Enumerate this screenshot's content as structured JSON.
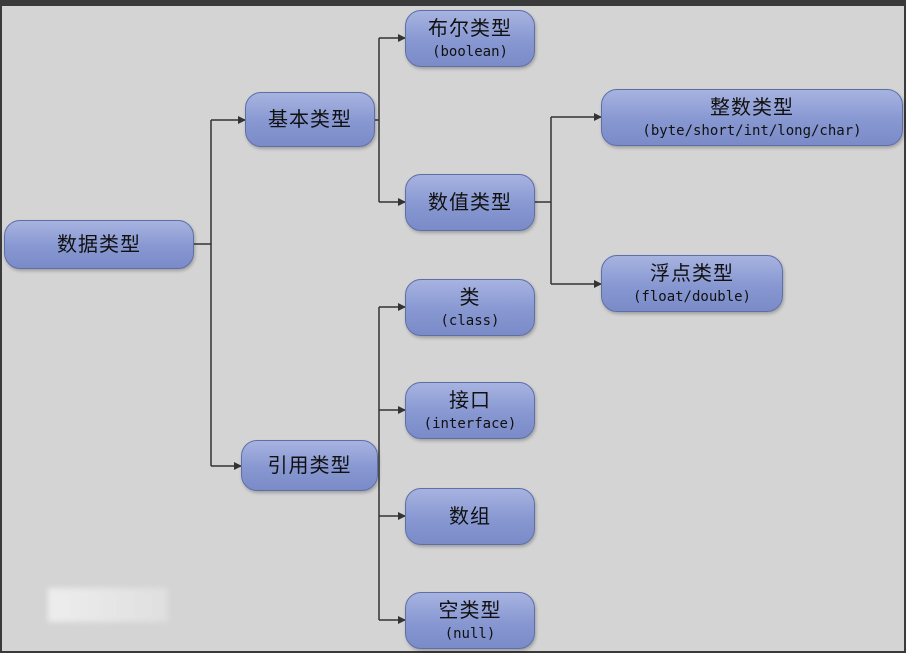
{
  "diagram": {
    "root": {
      "title": "数据类型"
    },
    "basic": {
      "title": "基本类型"
    },
    "reference": {
      "title": "引用类型"
    },
    "boolean": {
      "title": "布尔类型",
      "sub": "(boolean)"
    },
    "numeric": {
      "title": "数值类型"
    },
    "integer": {
      "title": "整数类型",
      "sub": "(byte/short/int/long/char)"
    },
    "float": {
      "title": "浮点类型",
      "sub": "(float/double)"
    },
    "class": {
      "title": "类",
      "sub": "(class)"
    },
    "interface": {
      "title": "接口",
      "sub": "(interface)"
    },
    "array": {
      "title": "数组"
    },
    "null": {
      "title": "空类型",
      "sub": "(null)"
    }
  },
  "colors": {
    "node_fill": "#8797d1",
    "node_border": "#5e6fa8",
    "connector": "#333333",
    "background": "#d4d4d4",
    "frame": "#3a3a3a"
  }
}
